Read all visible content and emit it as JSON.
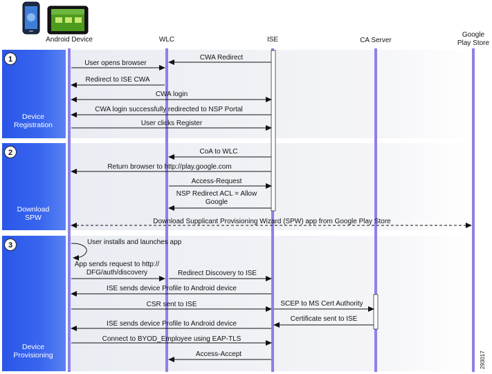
{
  "participants": [
    {
      "key": "android",
      "name": "Android Device"
    },
    {
      "key": "wlc",
      "name": "WLC"
    },
    {
      "key": "ise",
      "name": "ISE"
    },
    {
      "key": "ca",
      "name": "CA Server"
    },
    {
      "key": "play",
      "name": "Google\nPlay Store"
    }
  ],
  "phases": [
    {
      "number": "1",
      "label": "Device\nRegistration"
    },
    {
      "number": "2",
      "label": "Download\nSPW"
    },
    {
      "number": "3",
      "label": "Device\nProvisioning"
    }
  ],
  "messages": [
    {
      "text": "CWA Redirect"
    },
    {
      "text": "User opens browser"
    },
    {
      "text": "Redirect to ISE CWA"
    },
    {
      "text": "CWA login"
    },
    {
      "text": "CWA login successfully redirected to NSP Portal"
    },
    {
      "text": "User clicks Register"
    },
    {
      "text": "CoA to WLC"
    },
    {
      "text": "Return browser to http://play.google.com"
    },
    {
      "text": "Access-Request"
    },
    {
      "text": "NSP Redirect ACL = Allow\nGoogle"
    },
    {
      "text": "Download Supplicant Provisioning Wizard (SPW) app from Google Play Store"
    },
    {
      "text": "User installs and launches app"
    },
    {
      "text": "App sends request to http://\nDFG/auth/discovery"
    },
    {
      "text": "Redirect Discovery to ISE"
    },
    {
      "text": "ISE sends device Profile to Android device"
    },
    {
      "text": "CSR sent to ISE"
    },
    {
      "text": "SCEP to MS Cert Authority"
    },
    {
      "text": "Certificate sent to ISE"
    },
    {
      "text": "ISE sends device Profile to Android device"
    },
    {
      "text": "Connect to BYOD_Employee using EAP-TLS"
    },
    {
      "text": "Access-Accept"
    }
  ],
  "figure_id": "293017",
  "colors": {
    "lifeline": "#8f80e6",
    "phase_panel": "#2e5be6",
    "phase_band": "#eef0f4",
    "arrow": "#111111"
  }
}
